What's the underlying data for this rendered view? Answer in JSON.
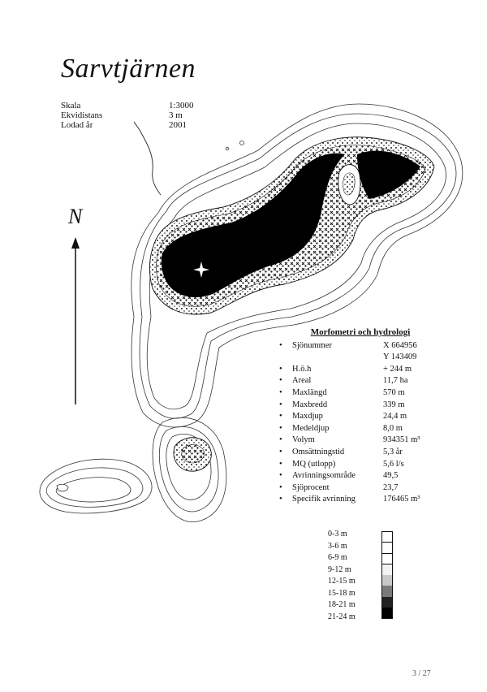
{
  "title": "Sarvtjärnen",
  "meta": [
    {
      "label": "Skala",
      "value": "1:3000"
    },
    {
      "label": "Ekvidistans",
      "value": "3 m"
    },
    {
      "label": "Lodad år",
      "value": "2001"
    }
  ],
  "north_label": "N",
  "stats": {
    "heading": "Morfometri och hydrologi",
    "rows": [
      {
        "label": "Sjönummer",
        "value": "X 664956",
        "bullet": "•"
      },
      {
        "label": "",
        "value": "Y 143409",
        "bullet": ""
      },
      {
        "label": "H.ö.h",
        "value": "+ 244 m",
        "bullet": "•"
      },
      {
        "label": "Areal",
        "value": "11,7 ha",
        "bullet": "•"
      },
      {
        "label": "Maxlängd",
        "value": "570 m",
        "bullet": "•"
      },
      {
        "label": "Maxbredd",
        "value": "339 m",
        "bullet": "•"
      },
      {
        "label": "Maxdjup",
        "value": "24,4 m",
        "bullet": "•"
      },
      {
        "label": "Medeldjup",
        "value": "8,0 m",
        "bullet": "•"
      },
      {
        "label": "Volym",
        "value": "934351 m³",
        "bullet": "•"
      },
      {
        "label": "Omsättningstid",
        "value": "5,3 år",
        "bullet": "•"
      },
      {
        "label": "MQ (utlopp)",
        "value": "5,6 l/s",
        "bullet": "•"
      },
      {
        "label": "Avrinningsområde",
        "value": "49,5",
        "bullet": "•"
      },
      {
        "label": "Sjöprocent",
        "value": "23,7",
        "bullet": "•"
      },
      {
        "label": "Specifik avrinning",
        "value": "176465 m³",
        "bullet": "•"
      }
    ]
  },
  "legend": {
    "items": [
      {
        "label": "0-3 m",
        "color": "#ffffff"
      },
      {
        "label": "3-6 m",
        "color": "#ffffff"
      },
      {
        "label": "6-9 m",
        "color": "#ffffff"
      },
      {
        "label": "9-12 m",
        "color": "#f2f2f2"
      },
      {
        "label": "12-15 m",
        "color": "#c8c8c8"
      },
      {
        "label": "15-18 m",
        "color": "#7a7a7a"
      },
      {
        "label": "18-21 m",
        "color": "#222222"
      },
      {
        "label": "21-24 m",
        "color": "#000000"
      }
    ]
  },
  "page_number": "3 / 27"
}
